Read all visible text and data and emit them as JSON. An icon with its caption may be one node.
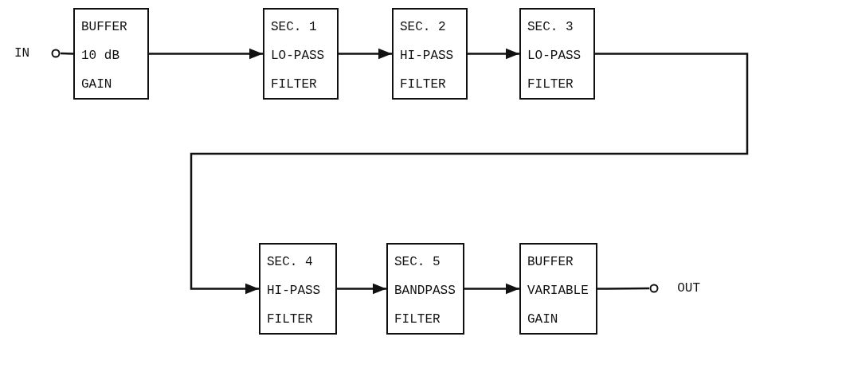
{
  "diagram": {
    "nodes": [
      {
        "text": [
          "IN"
        ]
      },
      {
        "text": [
          "BUFFER",
          "10 dB GAIN"
        ]
      },
      {
        "text": [
          "SEC. 1",
          "LO-PASS FILTER"
        ]
      },
      {
        "text": [
          "SEC. 2",
          "HI-PASS FILTER"
        ]
      },
      {
        "text": [
          "SEC. 3",
          "LO-PASS FILTER"
        ]
      },
      {
        "text": [
          "SEC. 4",
          "HI-PASS FILTER"
        ]
      },
      {
        "text": [
          "SEC. 5",
          "BANDPASS FILTER"
        ]
      },
      {
        "text": [
          "BUFFER",
          "VARIABLE GAIN"
        ]
      },
      {
        "text": [
          "OUT"
        ]
      }
    ],
    "edges": [
      {
        "from": 0,
        "to": 1,
        "arrow": "none"
      },
      {
        "from": 1,
        "to": 2,
        "arrow": "to"
      },
      {
        "from": 2,
        "to": 3,
        "arrow": "to"
      },
      {
        "from": 3,
        "to": 4,
        "arrow": "to"
      },
      {
        "from": 4,
        "to": 5,
        "arrow": "to"
      },
      {
        "from": 5,
        "to": 6,
        "arrow": "to"
      },
      {
        "from": 6,
        "to": 7,
        "arrow": "to"
      },
      {
        "from": 7,
        "to": 8,
        "arrow": "none"
      }
    ]
  }
}
